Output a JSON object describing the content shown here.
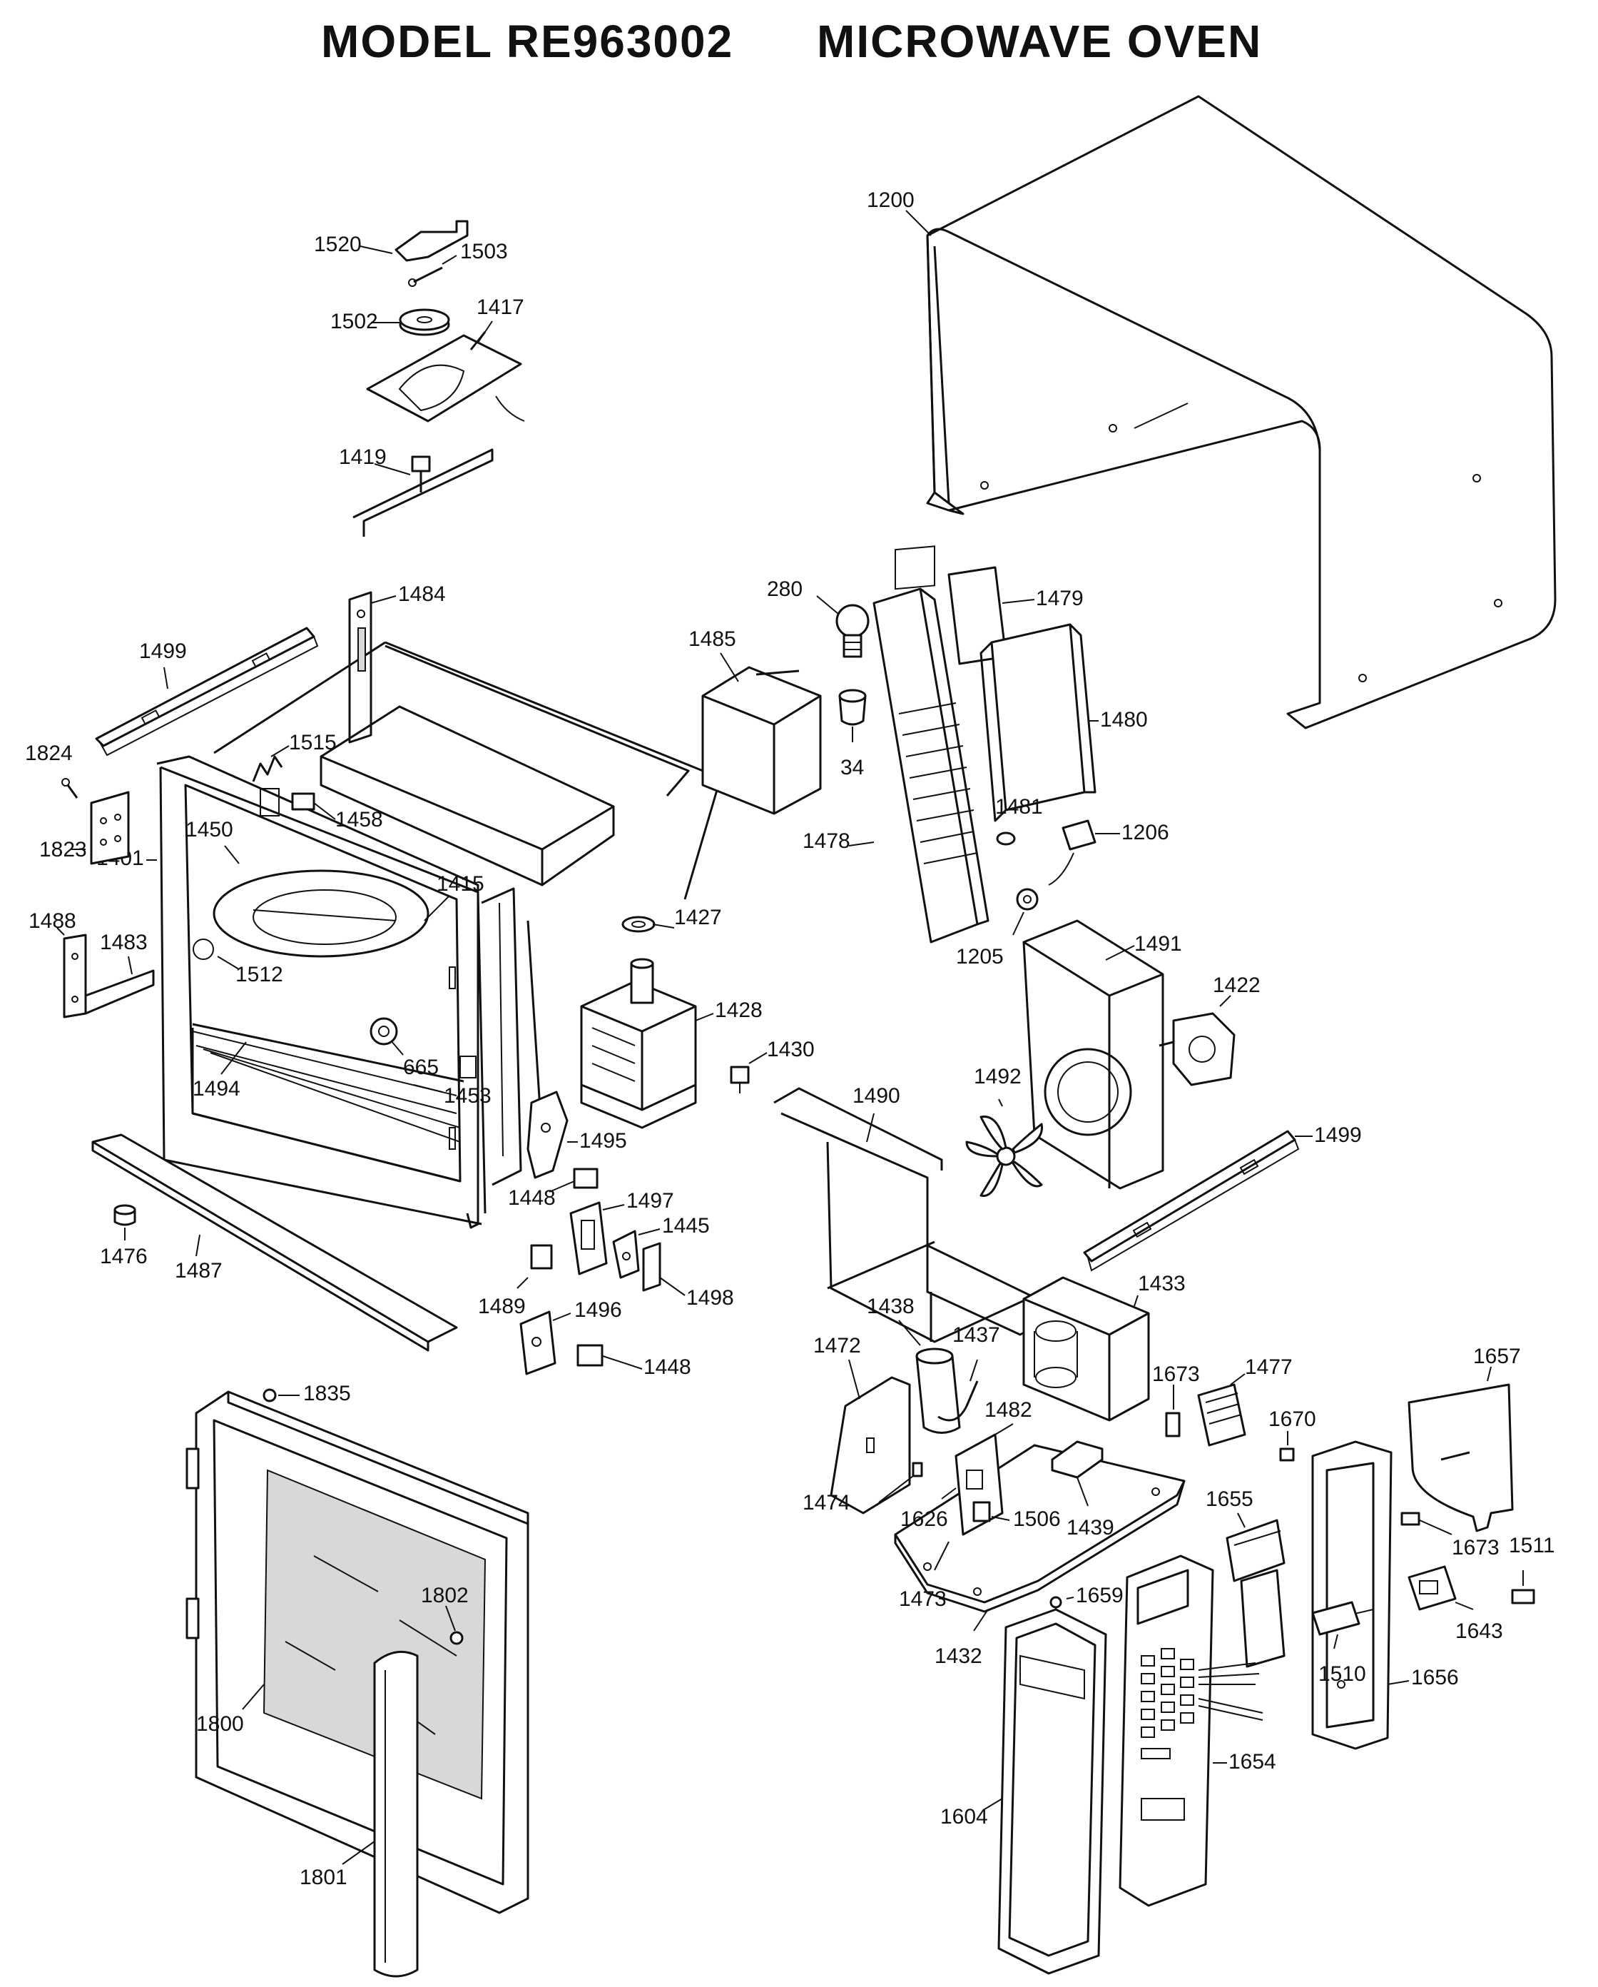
{
  "title": {
    "model": "MODEL RE963002",
    "product": "MICROWAVE OVEN"
  },
  "parts": {
    "p1200": "1200",
    "p1520": "1520",
    "p1503": "1503",
    "p1502": "1502",
    "p1417": "1417",
    "p1419": "1419",
    "p1484": "1484",
    "p1499a": "1499",
    "p1824": "1824",
    "p1823": "1823",
    "p1515": "1515",
    "p1458": "1458",
    "p1450": "1450",
    "p1401": "1401",
    "p1415": "1415",
    "p1427": "1427",
    "p1488": "1488",
    "p1483": "1483",
    "p1512": "1512",
    "p1428": "1428",
    "p665": "665",
    "p1453": "1453",
    "p1494": "1494",
    "p1430": "1430",
    "p1495": "1495",
    "p1448a": "1448",
    "p1497": "1497",
    "p1445": "1445",
    "p1476": "1476",
    "p1487": "1487",
    "p1489": "1489",
    "p1498": "1498",
    "p1496": "1496",
    "p1448b": "1448",
    "p280": "280",
    "p1479": "1479",
    "p1485": "1485",
    "p34": "34",
    "p1480": "1480",
    "p1481": "1481",
    "p1206": "1206",
    "p1478": "1478",
    "p1205": "1205",
    "p1491": "1491",
    "p1422": "1422",
    "p1492": "1492",
    "p1490": "1490",
    "p1499b": "1499",
    "p1433": "1433",
    "p1438": "1438",
    "p1437": "1437",
    "p1472": "1472",
    "p1673a": "1673",
    "p1477": "1477",
    "p1657": "1657",
    "p1670": "1670",
    "p1482": "1482",
    "p1474": "1474",
    "p1626": "1626",
    "p1506": "1506",
    "p1439": "1439",
    "p1655": "1655",
    "p1673b": "1673",
    "p1511": "1511",
    "p1473": "1473",
    "p1659": "1659",
    "p1643": "1643",
    "p1432": "1432",
    "p1510": "1510",
    "p1656": "1656",
    "p1654": "1654",
    "p1604": "1604",
    "p1835": "1835",
    "p1802": "1802",
    "p1800": "1800",
    "p1801": "1801"
  }
}
